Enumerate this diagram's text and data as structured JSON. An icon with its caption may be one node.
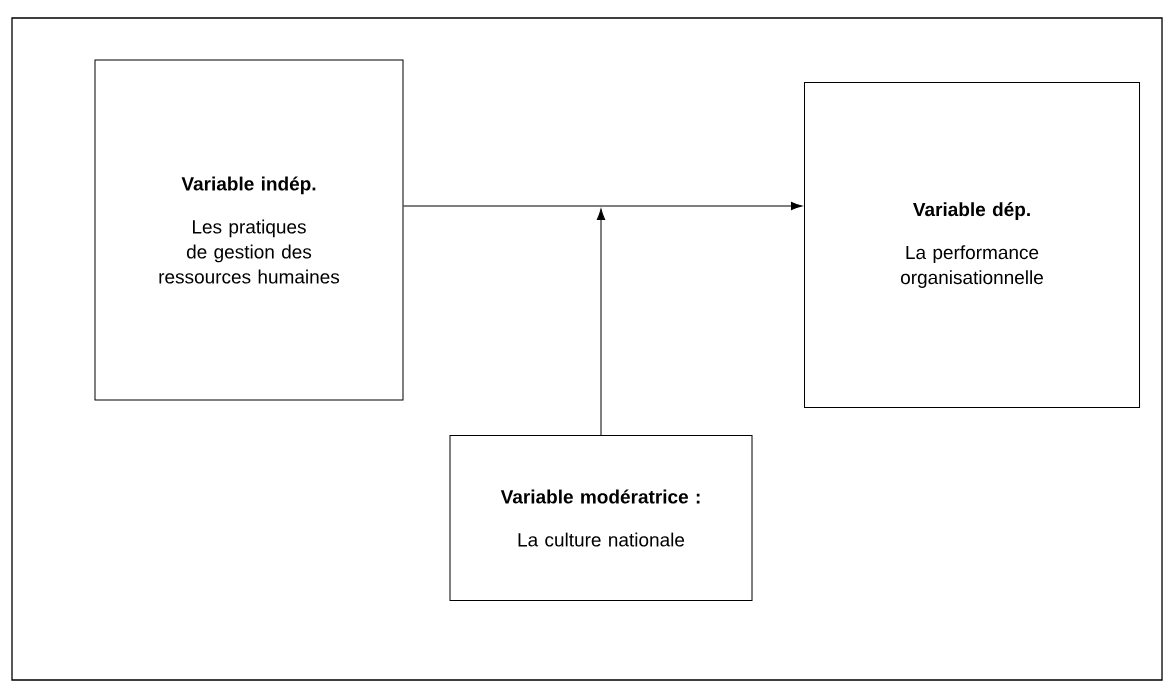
{
  "diagram": {
    "nodes": [
      {
        "text": [
          "Variable indép.",
          "Les pratiques de gestion des ressources humaines"
        ]
      },
      {
        "text": [
          "Variable dép.",
          "La performance organisationnelle"
        ]
      },
      {
        "text": [
          "Variable modératrice :",
          "La culture nationale"
        ]
      }
    ],
    "edges": [
      {
        "from": 0,
        "to": 1,
        "arrow": "to"
      },
      {
        "from": 2,
        "to": null,
        "arrow": "to"
      }
    ]
  }
}
